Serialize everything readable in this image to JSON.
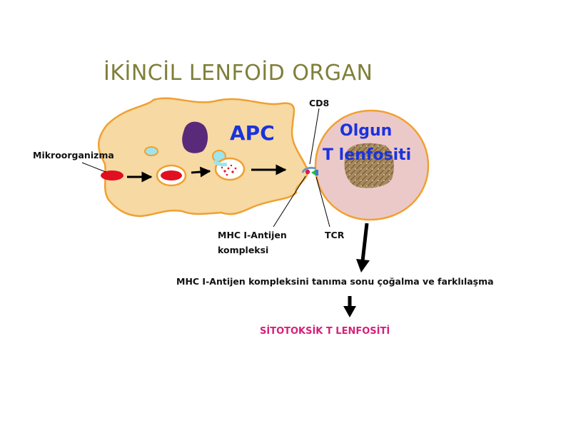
{
  "title": "İKİNCİL LENFOİD ORGAN",
  "apc": {
    "label": "APC"
  },
  "tcell": {
    "line1": "Olgun",
    "line2": "T lenfositi"
  },
  "labels": {
    "microorganism": "Mikroorganizma",
    "cd8": "CD8",
    "mhc_line1": "MHC I-Antijen",
    "mhc_line2": "kompleksi",
    "tcr": "TCR"
  },
  "process_text": "MHC I-Antijen kompleksini tanıma sonu çoğalma ve farklılaşma",
  "result_text": "SİTOTOKSİK T LENFOSİTİ",
  "colors": {
    "title": "#7f7f3a",
    "apc_fill": "#f6d9a3",
    "apc_stroke": "#f0a030",
    "nucleus": "#5a2a7a",
    "microbe": "#e01020",
    "vesicle": "#9ee4ec",
    "tcell_fill": "#ecc9c9",
    "tcell_stroke": "#f0a030",
    "tcell_nucleus": "#a8895e",
    "label_blue": "#1a33dd",
    "result": "#d6207a"
  }
}
